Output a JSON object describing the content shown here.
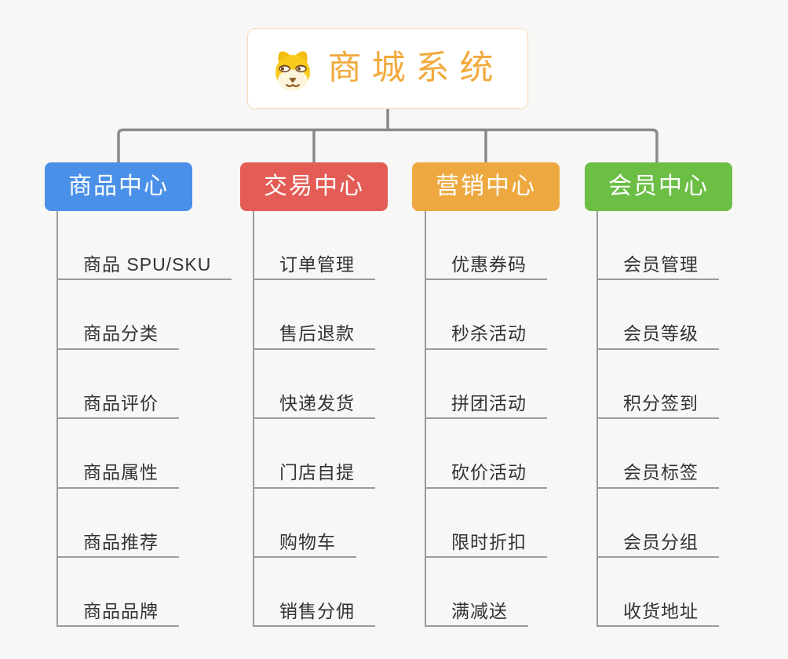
{
  "page": {
    "background": "#f7f7f5"
  },
  "root": {
    "title": "商城系统",
    "title_color": "#f2a93c",
    "icon": "dog-face-icon",
    "border_color": "#f0bd6f"
  },
  "connectors": {
    "rail_color": "#8a8a8a",
    "child_line_color": "#9b9b9b"
  },
  "branches": [
    {
      "label": "商品中心",
      "color": "#4a90e8",
      "items": [
        "商品 SPU/SKU",
        "商品分类",
        "商品评价",
        "商品属性",
        "商品推荐",
        "商品品牌"
      ]
    },
    {
      "label": "交易中心",
      "color": "#e45c56",
      "items": [
        "订单管理",
        "售后退款",
        "快递发货",
        "门店自提",
        "购物车",
        "销售分佣"
      ]
    },
    {
      "label": "营销中心",
      "color": "#eda940",
      "items": [
        "优惠券码",
        "秒杀活动",
        "拼团活动",
        "砍价活动",
        "限时折扣",
        "满减送"
      ]
    },
    {
      "label": "会员中心",
      "color": "#6cbe45",
      "items": [
        "会员管理",
        "会员等级",
        "积分签到",
        "会员标签",
        "会员分组",
        "收货地址"
      ]
    }
  ]
}
